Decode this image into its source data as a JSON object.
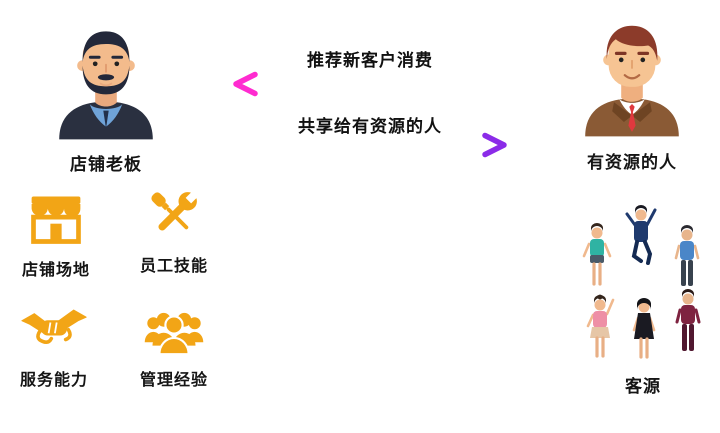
{
  "actors": {
    "left": {
      "label": "店铺老板",
      "icon": "shop-owner-avatar"
    },
    "right": {
      "label": "有资源的人",
      "icon": "resource-person-avatar"
    }
  },
  "arrows": {
    "to_left": {
      "label": "推荐新客户消费",
      "direction": "left"
    },
    "to_right": {
      "label": "共享给有资源的人",
      "direction": "right"
    }
  },
  "owner_assets": [
    {
      "label": "店铺场地",
      "icon": "storefront-icon"
    },
    {
      "label": "员工技能",
      "icon": "tools-icon"
    },
    {
      "label": "服务能力",
      "icon": "handshake-icon"
    },
    {
      "label": "管理经验",
      "icon": "team-icon"
    }
  ],
  "resource_group": {
    "label": "客源",
    "icon": "crowd-illustration"
  },
  "colors": {
    "icon_gold": "#F2A516",
    "arrow_pink": "#FF2BD0",
    "arrow_magenta": "#E832C8",
    "arrow_purple": "#8B2BE8",
    "text": "#111111"
  }
}
